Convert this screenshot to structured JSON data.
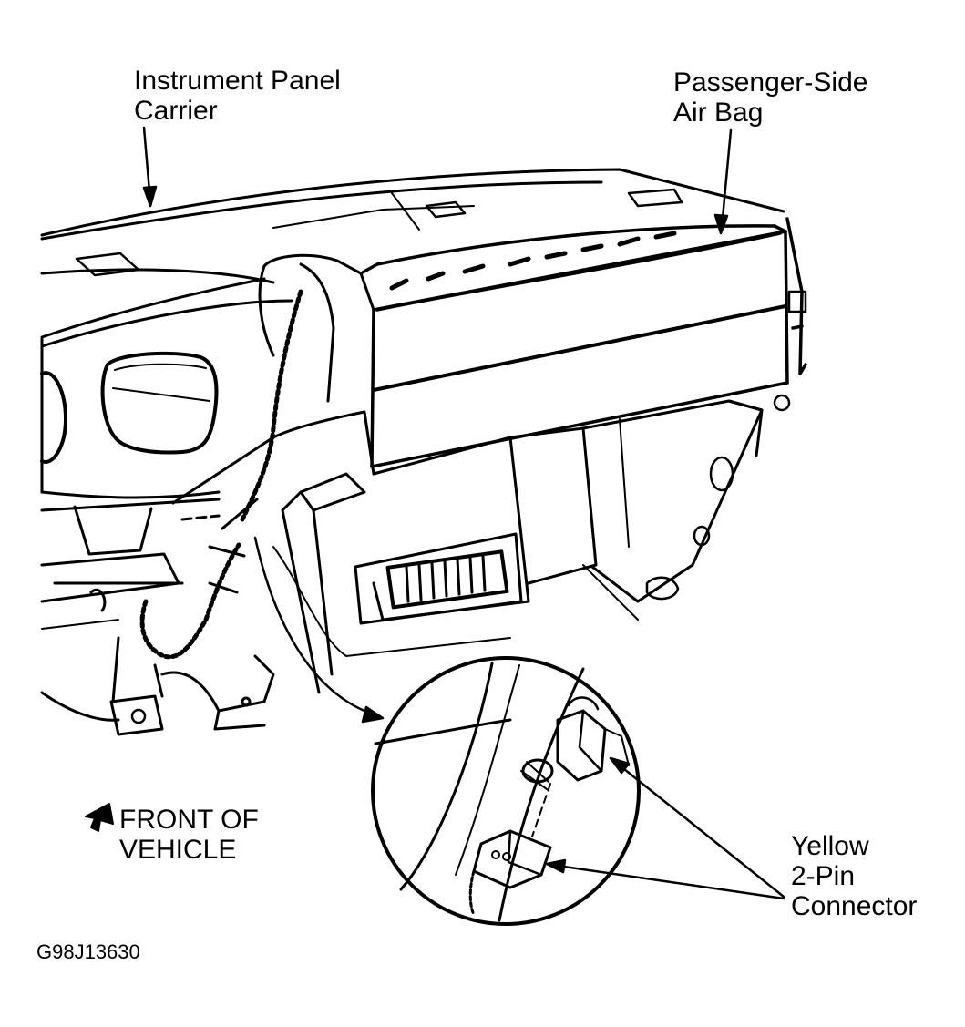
{
  "labels": {
    "instrument_panel_carrier": [
      "Instrument Panel",
      "Carrier"
    ],
    "passenger_side_air_bag": [
      "Passenger-Side",
      "Air Bag"
    ],
    "front_of_vehicle": [
      "FRONT OF",
      "VEHICLE"
    ],
    "yellow_connector": [
      "Yellow",
      "2-Pin",
      "Connector"
    ],
    "figure_code": "G98J13630"
  },
  "colors": {
    "ink": "#000000",
    "paper": "#ffffff"
  }
}
